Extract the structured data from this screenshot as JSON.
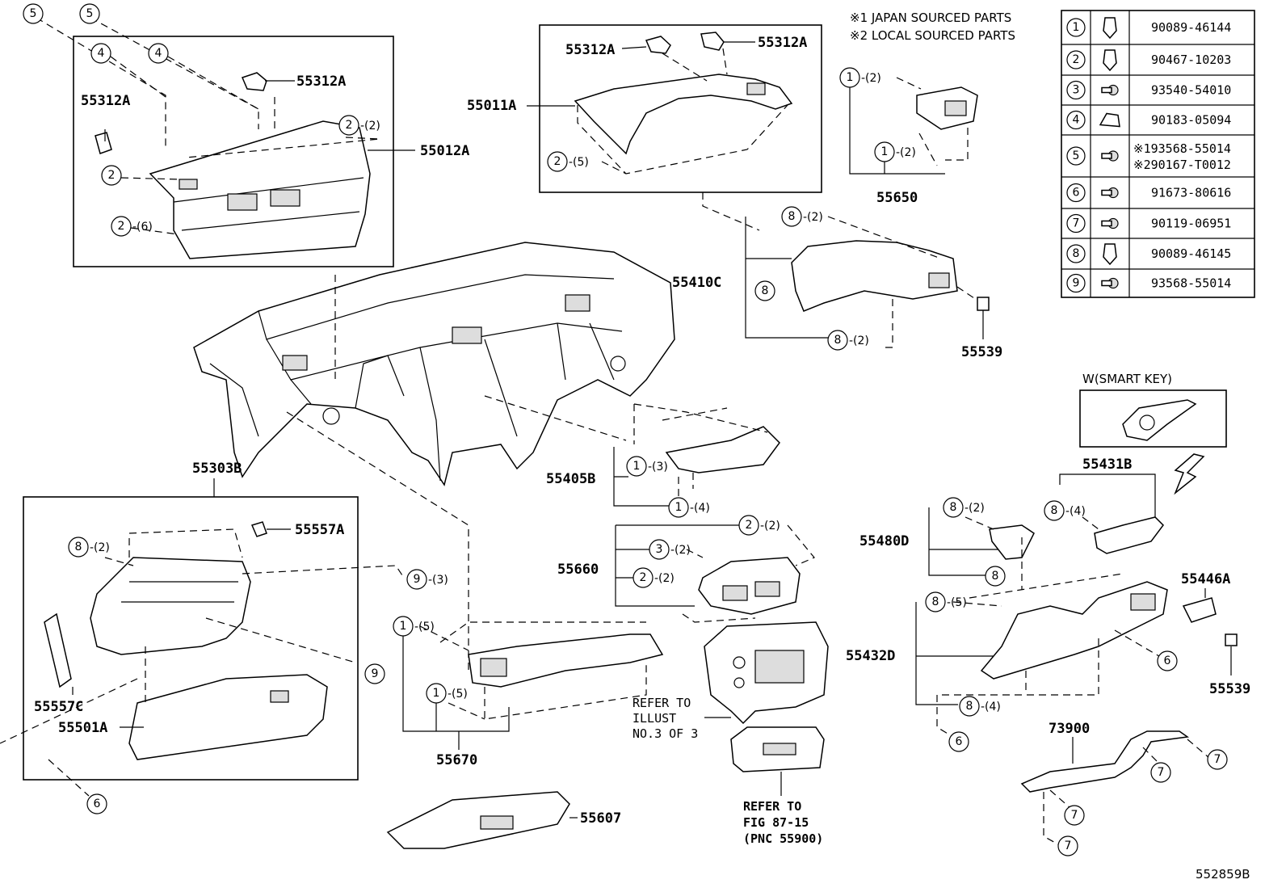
{
  "notes": {
    "japan": "※1 JAPAN SOURCED PARTS",
    "local": "※2 LOCAL SOURCED PARTS"
  },
  "fastener_table": [
    {
      "num": "1",
      "icon": "clip-icon",
      "part": "90089-46144"
    },
    {
      "num": "2",
      "icon": "clip-icon",
      "part": "90467-10203"
    },
    {
      "num": "3",
      "icon": "screw-icon",
      "part": "93540-54010"
    },
    {
      "num": "4",
      "icon": "nut-clip-icon",
      "part": "90183-05094"
    },
    {
      "num": "5",
      "icon": "screw-icon",
      "part": "※193568-55014",
      "part2": "※290167-T0012"
    },
    {
      "num": "6",
      "icon": "bolt-icon",
      "part": "91673-80616"
    },
    {
      "num": "7",
      "icon": "bolt-icon",
      "part": "90119-06951"
    },
    {
      "num": "8",
      "icon": "clip-icon",
      "part": "90089-46145"
    },
    {
      "num": "9",
      "icon": "screw-icon",
      "part": "93568-55014"
    }
  ],
  "parts": {
    "p55012A": "55012A",
    "p55312A": "55312A",
    "p55011A": "55011A",
    "p55650": "55650",
    "p55410C": "55410C",
    "p55539": "55539",
    "p55303B": "55303B",
    "p55557A": "55557A",
    "p55557C": "55557C",
    "p55501A": "55501A",
    "p55405B": "55405B",
    "p55660": "55660",
    "p55670": "55670",
    "p55607": "55607",
    "p55480D": "55480D",
    "p55431B": "55431B",
    "p55446A": "55446A",
    "p55432D": "55432D",
    "p73900": "73900"
  },
  "smart_key": "W(SMART  KEY)",
  "refer1": [
    "REFER TO",
    "ILLUST",
    "NO.3 OF 3"
  ],
  "refer2": [
    "REFER TO",
    "FIG 87-15",
    "(PNC 55900)"
  ],
  "figure_id": "552859B",
  "qty": {
    "q2": "-(2)",
    "q3": "-(3)",
    "q4": "-(4)",
    "q5": "-(5)",
    "q6": "-(6)"
  }
}
